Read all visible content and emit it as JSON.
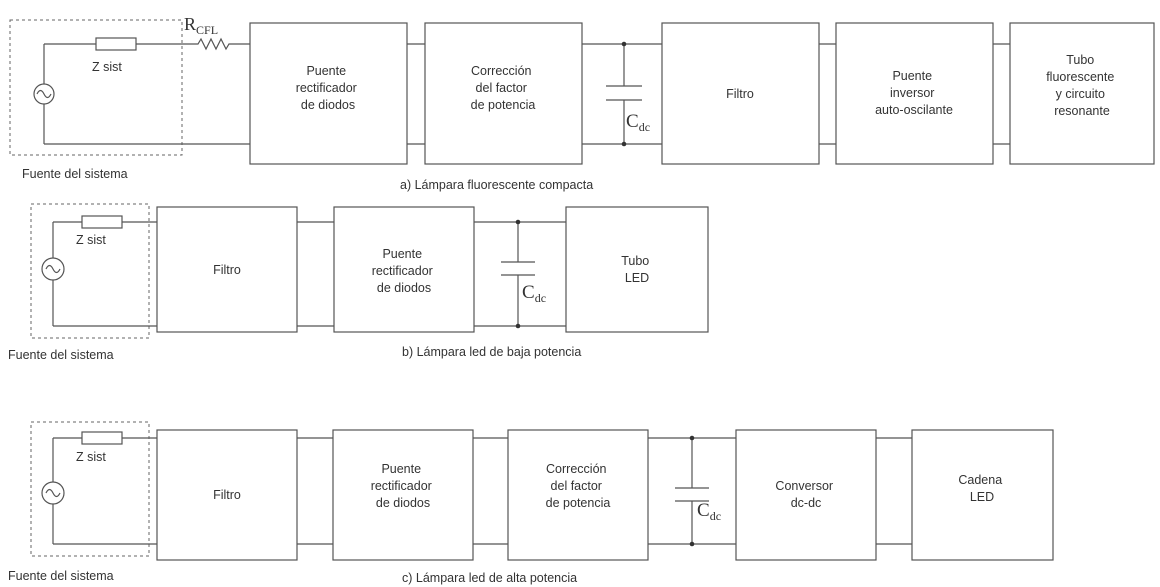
{
  "diagram_a": {
    "z": "Z sist",
    "rcfl_main": "R",
    "rcfl_sub": "CFL",
    "source_label": "Fuente del sistema",
    "blocks": [
      [
        "Puente",
        "rectificador",
        "de diodos"
      ],
      [
        "Corrección",
        "del factor",
        "de potencia"
      ],
      [
        "Filtro"
      ],
      [
        "Puente",
        "inversor",
        "auto-oscilante"
      ],
      [
        "Tubo",
        "fluorescente",
        "y circuito",
        "resonante"
      ]
    ],
    "cap_main": "C",
    "cap_sub": "dc",
    "caption": "a) Lámpara fluorescente compacta"
  },
  "diagram_b": {
    "z": "Z sist",
    "source_label": "Fuente del sistema",
    "blocks": [
      [
        "Filtro"
      ],
      [
        "Puente",
        "rectificador",
        "de diodos"
      ],
      [
        "Tubo",
        "LED"
      ]
    ],
    "cap_main": "C",
    "cap_sub": "dc",
    "caption": "b) Lámpara led de baja potencia"
  },
  "diagram_c": {
    "z": "Z sist",
    "source_label": "Fuente del sistema",
    "blocks": [
      [
        "Filtro"
      ],
      [
        "Puente",
        "rectificador",
        "de diodos"
      ],
      [
        "Corrección",
        "del factor",
        "de potencia"
      ],
      [
        "Conversor",
        "dc-dc"
      ],
      [
        "Cadena",
        "LED"
      ]
    ],
    "cap_main": "C",
    "cap_sub": "dc",
    "caption": "c) Lámpara led de alta potencia"
  }
}
